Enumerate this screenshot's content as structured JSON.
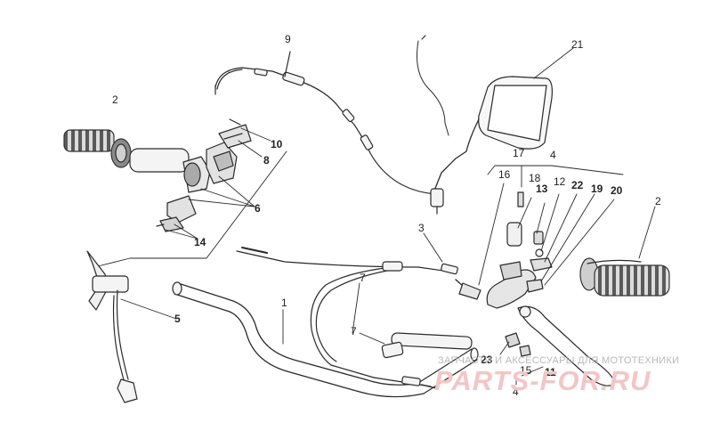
{
  "callouts": {
    "c1": "1",
    "c2_left": "2",
    "c2_right": "2",
    "c3": "3",
    "c4_top": "4",
    "c4_bottom": "4",
    "c5": "5",
    "c6": "6",
    "c7_top": "7",
    "c7_left": "7",
    "c8": "8",
    "c9": "9",
    "c10": "10",
    "c11": "11",
    "c12": "12",
    "c13": "13",
    "c14": "14",
    "c15": "15",
    "c16": "16",
    "c17": "17",
    "c18": "18",
    "c19": "19",
    "c20": "20",
    "c21": "21",
    "c22": "22",
    "c23": "23"
  },
  "watermark": {
    "caption": "ЗАПЧАСТИ И АКСЕССУАРЫ ДЛЯ МОТОТЕХНИКИ",
    "logo": "PARTS-FOR.RU"
  },
  "colors": {
    "line": "#2a2a2a",
    "part_fill": "#f4f4f4",
    "grip_dark": "#555555",
    "watermark_logo": "#f3c6c6",
    "watermark_caption": "#b9b9b9"
  }
}
